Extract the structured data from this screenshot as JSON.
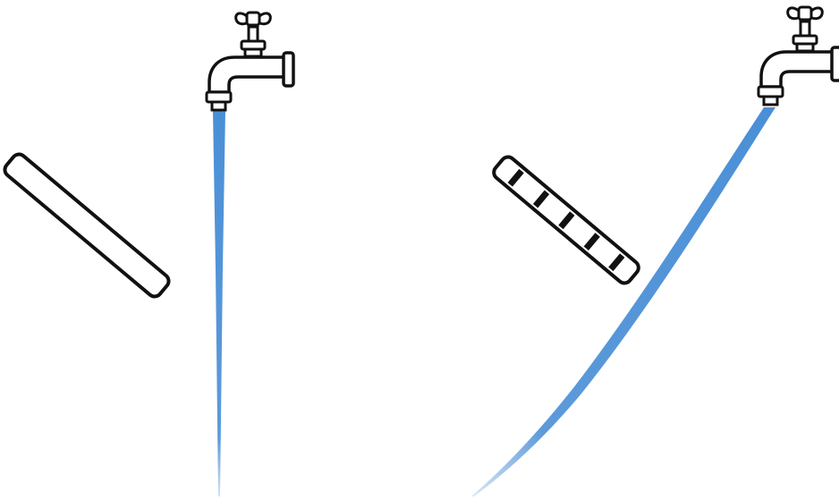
{
  "colors": {
    "background": "#ffffff",
    "outline": "#111111",
    "water": "#4a8fd6",
    "rod_fill": "#ffffff",
    "rod_marks": "#111111"
  },
  "panels": [
    {
      "name": "left-panel",
      "rod": {
        "state": "uncharged",
        "marks": 0
      },
      "tap": {
        "icon": "water-tap-icon"
      },
      "stream": {
        "state": "straight"
      }
    },
    {
      "name": "right-panel",
      "rod": {
        "state": "charged",
        "marks": 5
      },
      "tap": {
        "icon": "water-tap-icon"
      },
      "stream": {
        "state": "deflected-toward-rod"
      }
    }
  ]
}
